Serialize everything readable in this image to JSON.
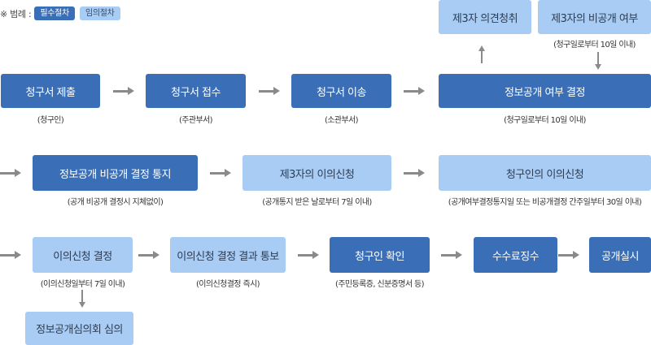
{
  "legend": {
    "label": "※ 범례 :",
    "required": "필수절차",
    "optional": "임의절차"
  },
  "steps": {
    "submit": {
      "label": "청구서 제출",
      "note": "(청구인)"
    },
    "receive": {
      "label": "청구서 접수",
      "note": "(주관부서)"
    },
    "transfer": {
      "label": "청구서 이송",
      "note": "(소관부서)"
    },
    "third_opinion": {
      "label": "제3자 의견청취"
    },
    "third_nondisclose": {
      "label": "제3자의 비공개 여부",
      "note": "(청구일로부터 10일 이내)"
    },
    "decision": {
      "label": "정보공개 여부 결정",
      "note": "(청구일로부터 10일 이내)"
    },
    "notify": {
      "label": "정보공개 비공개 결정 통지",
      "note": "(공개 비공개 결정시 지체없이)"
    },
    "third_objection": {
      "label": "제3자의 이의신청",
      "note": "(공개통지 받은 날로부터 7일 이내)"
    },
    "claimant_objection": {
      "label": "청구인의 이의신청",
      "note": "(공개여부결정통지일 또는 비공개결정 간주일부터 30일 이내)"
    },
    "objection_decision": {
      "label": "이의신청 결정",
      "note": "(이의신청일부터 7일 이내)"
    },
    "objection_result": {
      "label": "이의신청 결정 결과 통보",
      "note": "(이의신청결정 즉시)"
    },
    "verify": {
      "label": "청구인 확인",
      "note": "(주민등록증, 신분증명서 등)"
    },
    "fee": {
      "label": "수수료징수"
    },
    "disclose": {
      "label": "공개실시"
    },
    "committee": {
      "label": "정보공개심의회 심의"
    }
  }
}
